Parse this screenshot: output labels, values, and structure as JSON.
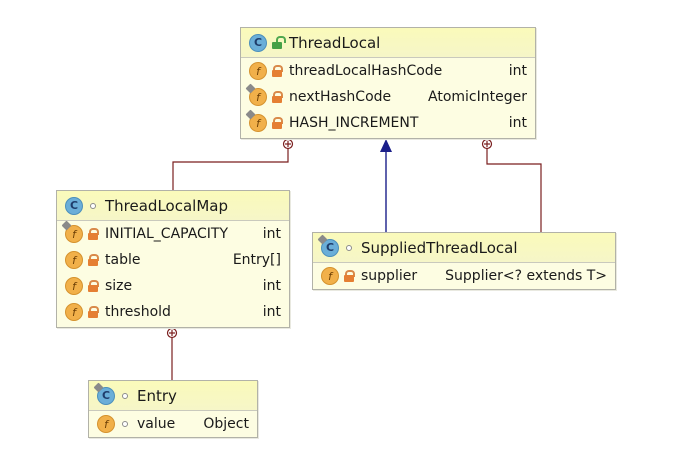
{
  "diagram": {
    "colors": {
      "composition_line": "#7a1f1f",
      "inheritance_line": "#1b1f8a",
      "box_fill": "#fdfde2",
      "header_fill": "#f8f8c0"
    },
    "classes": {
      "thread_local": {
        "name": "ThreadLocal",
        "visibility": "public",
        "fields": [
          {
            "name": "threadLocalHashCode",
            "type": "int",
            "modifier": "private",
            "static": false
          },
          {
            "name": "nextHashCode",
            "type": "AtomicInteger",
            "modifier": "private",
            "static": true
          },
          {
            "name": "HASH_INCREMENT",
            "type": "int",
            "modifier": "private",
            "static": true
          }
        ]
      },
      "thread_local_map": {
        "name": "ThreadLocalMap",
        "visibility": "package",
        "fields": [
          {
            "name": "INITIAL_CAPACITY",
            "type": "int",
            "modifier": "private",
            "static": true
          },
          {
            "name": "table",
            "type": "Entry[]",
            "modifier": "private",
            "static": false
          },
          {
            "name": "size",
            "type": "int",
            "modifier": "private",
            "static": false
          },
          {
            "name": "threshold",
            "type": "int",
            "modifier": "private",
            "static": false
          }
        ]
      },
      "supplied_thread_local": {
        "name": "SuppliedThreadLocal",
        "visibility": "package",
        "fields": [
          {
            "name": "supplier",
            "type": "Supplier<? extends T>",
            "modifier": "private",
            "static": false
          }
        ]
      },
      "entry": {
        "name": "Entry",
        "visibility": "package",
        "fields": [
          {
            "name": "value",
            "type": "Object",
            "modifier": "package",
            "static": false
          }
        ]
      }
    },
    "relations": [
      {
        "from": "ThreadLocalMap",
        "to": "ThreadLocal",
        "kind": "inner-class"
      },
      {
        "from": "SuppliedThreadLocal",
        "to": "ThreadLocal",
        "kind": "extends"
      },
      {
        "from": "SuppliedThreadLocal",
        "to": "ThreadLocal",
        "kind": "inner-class"
      },
      {
        "from": "Entry",
        "to": "ThreadLocalMap",
        "kind": "inner-class"
      }
    ]
  },
  "icons": {
    "class": "C",
    "field": "f"
  }
}
